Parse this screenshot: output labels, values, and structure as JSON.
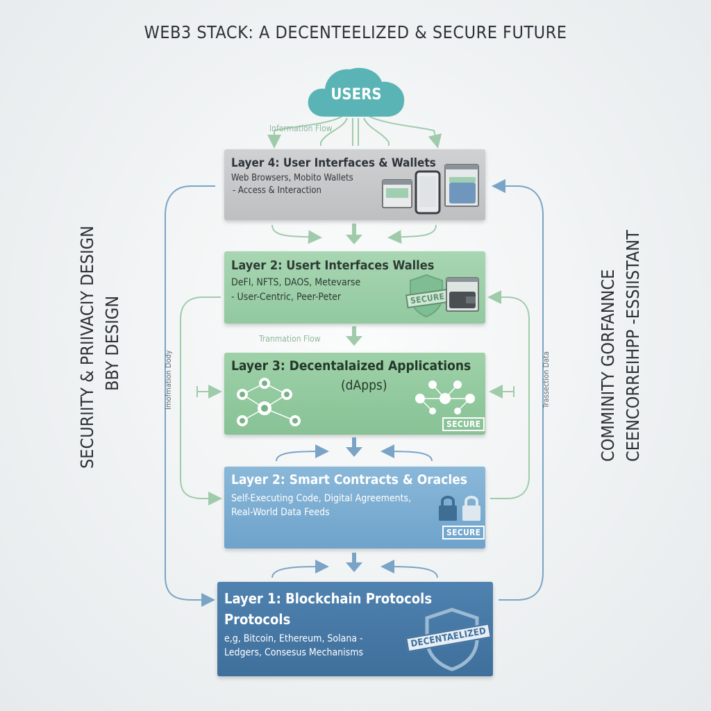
{
  "title": "WEB3 STACK: A DECENTEELIZED & SECURE FUTURE",
  "cloud": {
    "label": "USERS"
  },
  "flows": {
    "information_flow": "Information Flow",
    "tranmation_flow": "Tranmation Flow",
    "left_vertical": "Imofmation Dody",
    "right_vertical": "Trassection Data"
  },
  "side": {
    "left_line1": "SECURIITY & PRIIVACIY DESIGN",
    "left_line2": "BBY DESIGN",
    "right_line1": "COMMINITY GORFANNCE",
    "right_line2": "CEENCORREIHPP -ESSIISTANT"
  },
  "layers": [
    {
      "id": "layer4",
      "title": "Layer 4: User Interfaces & Wallets",
      "desc1": "Web Browsers, Mobito Wallets",
      "desc2": "- Access & Interaction",
      "color": "#c6c8ca"
    },
    {
      "id": "layer2a",
      "title": "Layer 2: Usert Interfaces Walles",
      "desc1": "DeFI, NFTS, DAOS, Metevarse",
      "desc2": "- User-Centric, Peer-Peter",
      "badge": "SECURE",
      "color": "#9dcfaa"
    },
    {
      "id": "layer3",
      "title_line1": "Layer 3: Decentalaized Applications",
      "title_line2": "(dApps)",
      "badge": "SECURE",
      "color": "#93c99f"
    },
    {
      "id": "layer2b",
      "title": "Layer 2: Smart Contracts & Oracles",
      "desc1": "Self-Executing Code, Digital Agreements,",
      "desc2": "Real-World Data Feeds",
      "badge": "SECURE",
      "color": "#7dadd3"
    },
    {
      "id": "layer1",
      "title_line1": "Layer 1: Blockchain Protocols",
      "title_line2": "Protocols",
      "desc1": "e,g, Bitcoin, Ethereum, Solana -",
      "desc2": "Ledgers, Consesus Mechanisms",
      "badge": "DECENTAELIZED",
      "color": "#4779a6"
    }
  ]
}
